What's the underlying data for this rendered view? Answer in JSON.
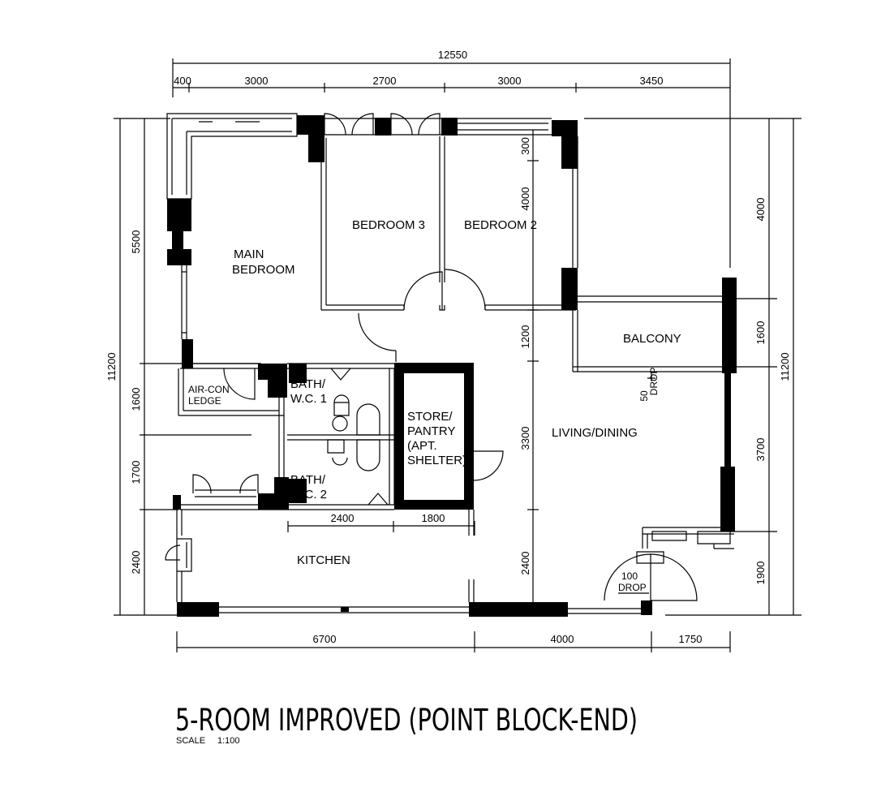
{
  "rooms": {
    "main_bedroom_line1": "MAIN",
    "main_bedroom_line2": "BEDROOM",
    "bedroom3": "BEDROOM 3",
    "bedroom2": "BEDROOM 2",
    "balcony": "BALCONY",
    "living_dining": "LIVING/DINING",
    "aircon_line1": "AIR-CON",
    "aircon_line2": "LEDGE",
    "bath1_line1": "BATH/",
    "bath1_line2": "W.C. 1",
    "bath2_line1": "BATH/",
    "bath2_line2": "W.C. 2",
    "store_line1": "STORE/",
    "store_line2": "PANTRY",
    "store_line3": "(APT.",
    "store_line4": "SHELTER)",
    "kitchen": "KITCHEN"
  },
  "drops": {
    "balcony_drop_1": "50",
    "balcony_drop_2": "DROP",
    "entry_drop_1": "100",
    "entry_drop_2": "DROP"
  },
  "dimensions": {
    "top_total": "12550",
    "top_segments": [
      "400",
      "3000",
      "2700",
      "3000",
      "3450"
    ],
    "bottom_segments": [
      "6700",
      "4000",
      "1750"
    ],
    "inner_bottom_segments": [
      "2400",
      "1800"
    ],
    "left_total": "11200",
    "left_segments": [
      "5500",
      "1600",
      "1700",
      "2400"
    ],
    "right_total": "11200",
    "right_segments": [
      "4000",
      "1600",
      "3700",
      "1900"
    ],
    "interior_vertical": [
      "300",
      "4000",
      "1200",
      "3300",
      "2400"
    ]
  },
  "title": "5-ROOM IMPROVED (POINT BLOCK-END)",
  "scale_label": "SCALE",
  "scale_value": "1:100"
}
